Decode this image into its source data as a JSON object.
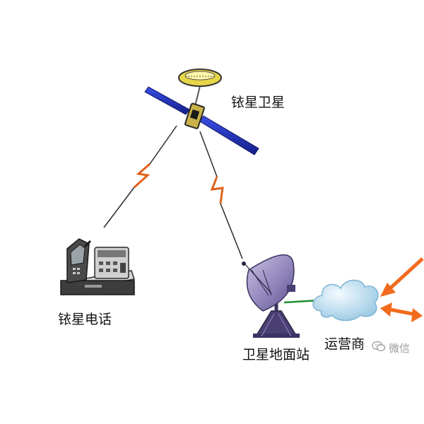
{
  "labels": {
    "satellite": "铱星卫星",
    "phone": "铱星电话",
    "ground_station": "卫星地面站",
    "operator": "运营商"
  },
  "watermark": {
    "text": "微信",
    "icon": "wechat-bubble-icon"
  },
  "colors": {
    "lightning": "#e0621c",
    "solar_panel": "#1f2fc8",
    "dish": "#8a7eb6",
    "cloud": "#b9dcee",
    "orange_arrow": "#f26b1d",
    "link_green": "#1f8f2f"
  }
}
